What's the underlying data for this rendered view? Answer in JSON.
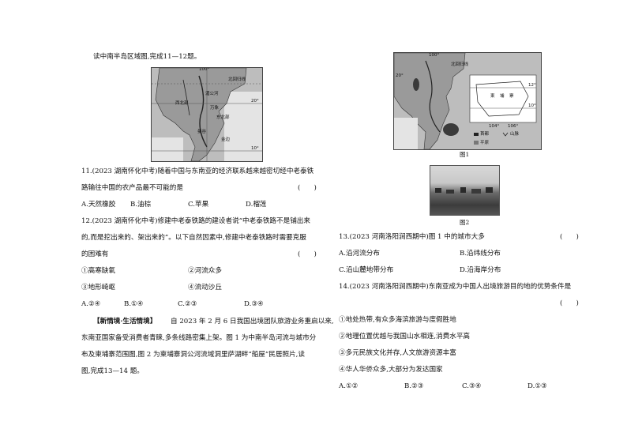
{
  "intro1": "读中南半岛区域图,完成11—12题。",
  "map1": {
    "labels": [
      "100°",
      "北回归线",
      "20°",
      "10°",
      "西北部",
      "东北部",
      "湄公河",
      "曼谷",
      "金边",
      "万象"
    ]
  },
  "q11": {
    "line1": "11.(2023 湖南怀化中考)随着中国与东南亚的经济联系越来越密切经中老泰铁",
    "line2": "路输往中国的农产品最不可能的是",
    "paren": "(　　)",
    "options": [
      "A.天然橡胶",
      "B.油棕",
      "C.苹果",
      "D.榴莲"
    ]
  },
  "q12": {
    "line1": "12.(2023 湖南怀化中考)修建中老泰铁路的建设者说“中老泰铁路不是铺出来",
    "line2": "的,而是挖出来的、架出来的”。以下自然因素中,修建中老泰铁路时需要克服",
    "line3": "的困难有",
    "paren": "(　　)",
    "items": [
      "①高寒缺氧",
      "②河流众多",
      "③地形崎岖",
      "④流动沙丘"
    ],
    "options": [
      "A.②④",
      "B.①④",
      "C.②③",
      "D.③④"
    ]
  },
  "context": {
    "tag": "【新情境·生活情境】",
    "line1": "自 2023 年 2 月 6 日我国出境团队旅游业务重启以来,",
    "line2": "东南亚国家备受消费者青睐,多条线路密集上架。图 1 为中南半岛河流与城市分",
    "line3": "布及柬埔寨范围图,图 2 为柬埔寨洞公河流域洞里萨湖畔“船屋”民居照片,读",
    "line4": "图,完成13—14 题。"
  },
  "map2": {
    "labels": [
      "100°",
      "北回归线",
      "20°",
      "12°",
      "10°",
      "104°",
      "106°",
      "柬",
      "埔",
      "寨",
      "首都",
      "山脉",
      "平原"
    ],
    "caption": "图1"
  },
  "photo": {
    "caption": "图2"
  },
  "q13": {
    "line1": "13.(2023 河南洛阳涧西期中)图 1 中的城市大多",
    "paren": "(　　)",
    "options": [
      "A.沿河流分布",
      "B.沿纬线分布",
      "C.沿山麓地带分布",
      "D.沿海岸分布"
    ]
  },
  "q14": {
    "line1": "14.(2023 河南洛阳涧西期中)东南亚成为中国人出境旅游目的地的优势条件是",
    "paren": "(　　)",
    "items": [
      "①地处热带,有众多海滨旅游与度假胜地",
      "②地理位置优越与我国山水相连,消费水平高",
      "③多元民族文化并存,人文旅游资源丰富",
      "④华人华侨众多,大部分为发达国家"
    ],
    "options": [
      "A.①②",
      "B.②③",
      "C.③④",
      "D.①③"
    ]
  }
}
